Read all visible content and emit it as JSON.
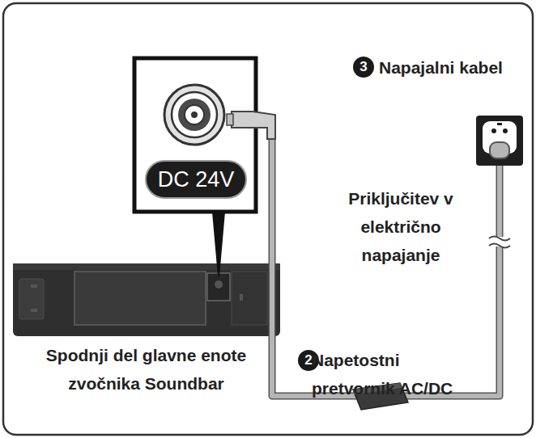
{
  "diagram": {
    "nodes": [
      {
        "text": [
          "DC 24V"
        ]
      }
    ],
    "labels": [
      "3",
      "Napajalni kabel",
      "Priključitev v električno napajanje",
      "Spodnji del glavne enote zvočnika Soundbar",
      "2",
      "Napetostni pretvornik AC/DC"
    ]
  }
}
